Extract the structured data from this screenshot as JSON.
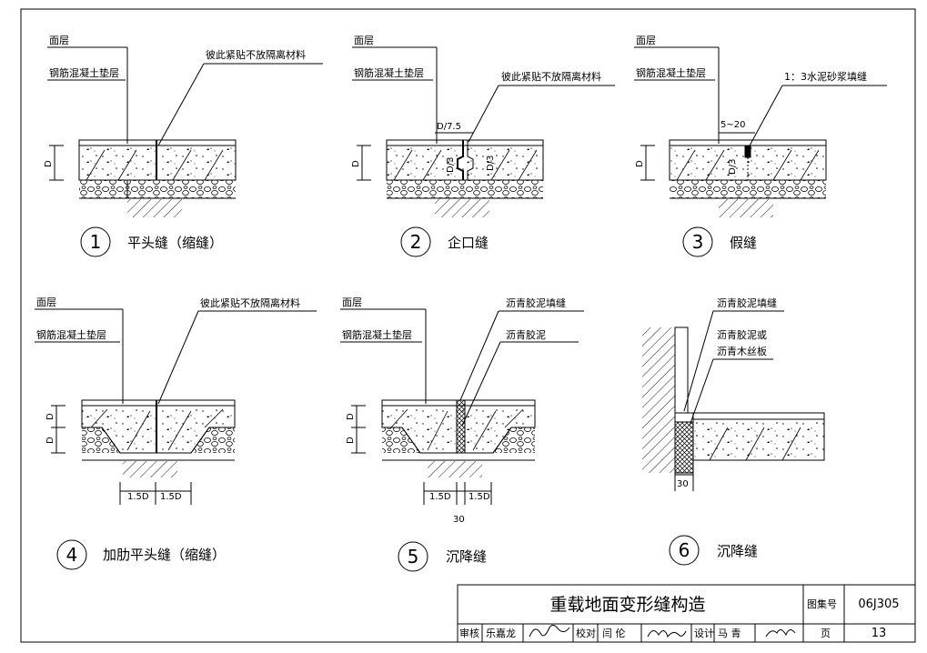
{
  "details": [
    {
      "num": "1",
      "caption": "平头缝（缩缝）",
      "labels": [
        "面层",
        "钢筋混凝土垫层",
        "彼此紧贴不放隔离材料"
      ],
      "dims": [
        "D"
      ]
    },
    {
      "num": "2",
      "caption": "企口缝",
      "labels": [
        "面层",
        "钢筋混凝土垫层",
        "彼此紧贴不放隔离材料"
      ],
      "dims": [
        "D",
        "D/7.5",
        "D/3",
        "D/3"
      ]
    },
    {
      "num": "3",
      "caption": "假缝",
      "labels": [
        "面层",
        "钢筋混凝土垫层",
        "1：3水泥砂浆填缝"
      ],
      "dims": [
        "D",
        "5~20",
        "D/3"
      ]
    },
    {
      "num": "4",
      "caption": "加肋平头缝（缩缝）",
      "labels": [
        "面层",
        "钢筋混凝土垫层",
        "彼此紧贴不放隔离材料"
      ],
      "dims": [
        "D",
        "D",
        "1.5D",
        "1.5D"
      ]
    },
    {
      "num": "5",
      "caption": "沉降缝",
      "labels": [
        "面层",
        "钢筋混凝土垫层",
        "沥青胶泥填缝",
        "沥青胶泥"
      ],
      "dims": [
        "D",
        "D",
        "1.5D",
        "1.5D",
        "30"
      ]
    },
    {
      "num": "6",
      "caption": "沉降缝",
      "labels": [
        "沥青胶泥填缝",
        "沥青胶泥或",
        "沥青木丝板"
      ],
      "dims": [
        "30"
      ]
    }
  ],
  "title_block": {
    "title": "重载地面变形缝构造",
    "atlas_label": "图集号",
    "atlas_no": "06J305",
    "page_label": "页",
    "page_no": "13",
    "review_label": "审核",
    "reviewer": "乐嘉龙",
    "check_label": "校对",
    "checker": "闫  伦",
    "design_label": "设计",
    "designer": "马  青"
  }
}
